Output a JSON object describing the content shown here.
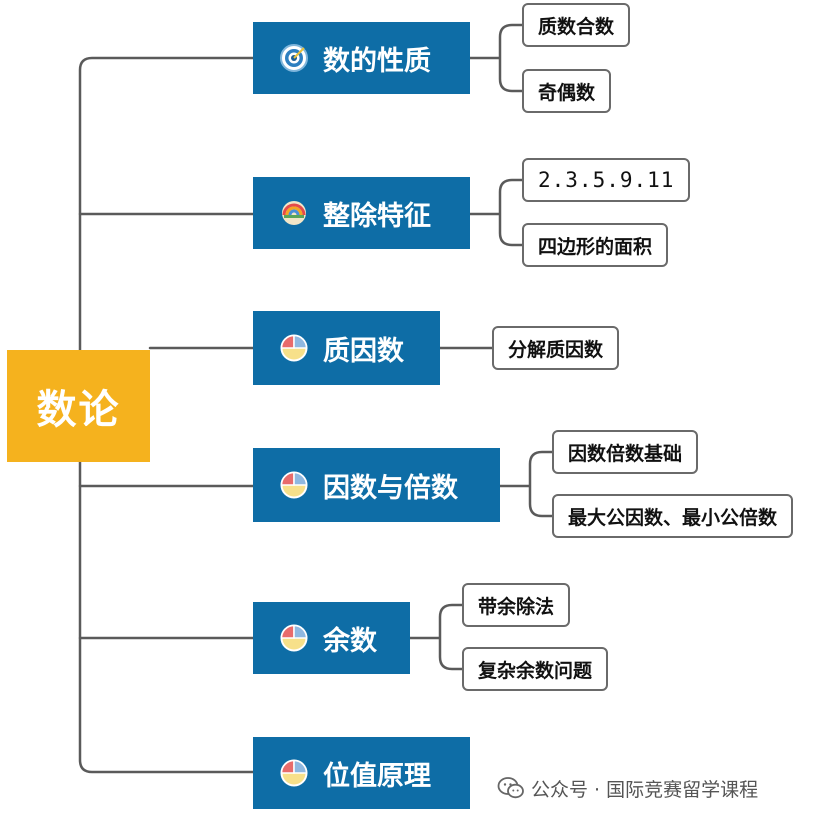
{
  "root": {
    "label": "数论"
  },
  "topics": [
    {
      "label": "数的性质",
      "icon": "target-icon",
      "children": [
        "质数合数",
        "奇偶数"
      ]
    },
    {
      "label": "整除特征",
      "icon": "rainbow-badge-icon",
      "children": [
        "2.3.5.9.11",
        "四边形的面积"
      ]
    },
    {
      "label": "质因数",
      "icon": "pie-chart-icon",
      "children": [
        "分解质因数"
      ]
    },
    {
      "label": "因数与倍数",
      "icon": "pie-chart-icon",
      "children": [
        "因数倍数基础",
        "最大公因数、最小公倍数"
      ]
    },
    {
      "label": "余数",
      "icon": "pie-chart-icon",
      "children": [
        "带余除法",
        "复杂余数问题"
      ]
    },
    {
      "label": "位值原理",
      "icon": "pie-chart-icon",
      "children": []
    }
  ],
  "watermark": {
    "text": "公众号 · 国际竞赛留学课程",
    "icon": "wechat-icon"
  },
  "colors": {
    "root": "#F5B21E",
    "topic": "#0E6DA6",
    "connector": "#5a5a5a",
    "leaf_border": "#6a6a6a"
  }
}
